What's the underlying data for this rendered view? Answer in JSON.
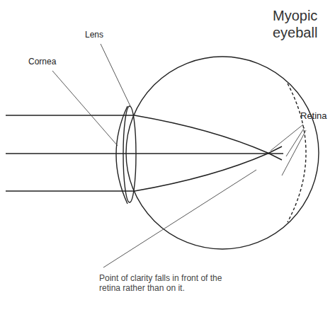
{
  "diagram": {
    "title": "Myopic eyeball",
    "labels": [
      "Lens",
      "Cornea",
      "Retina",
      "Point of clarity falls in front of the retina rather than on it."
    ]
  }
}
